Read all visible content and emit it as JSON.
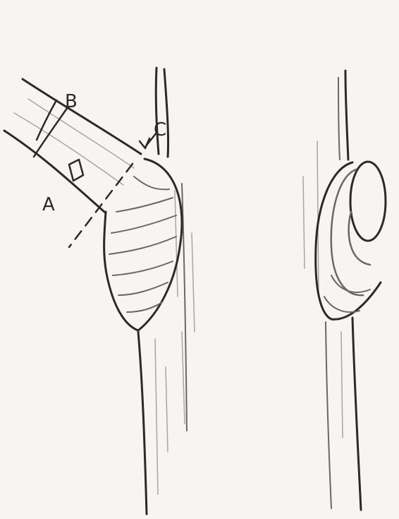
{
  "labels": {
    "a": "A",
    "b": "B",
    "c": "C"
  },
  "colors": {
    "paper": "#f7f5f1",
    "graphite": "#2c2a28",
    "graphite_light": "#6b6762"
  }
}
